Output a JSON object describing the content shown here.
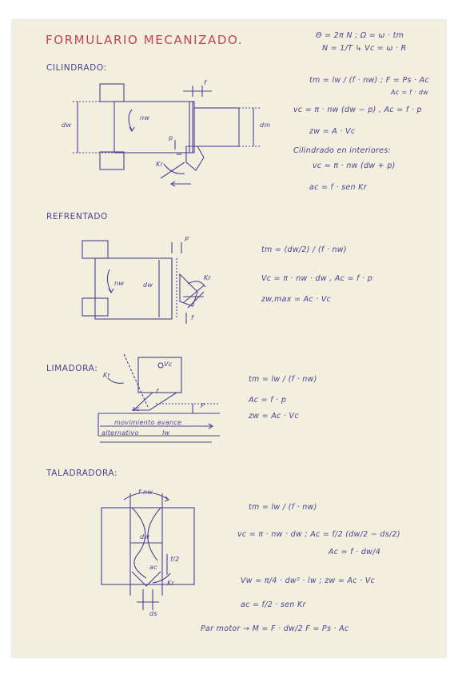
{
  "header": {
    "title": "FORMULARIO   MECANIZADO.",
    "top_formulas": [
      "Θ = 2π N ;  Ω = ω · tm",
      "N = 1/T          ↳ Vc = ω · R"
    ]
  },
  "sections": {
    "cilindrado": {
      "heading": "CILINDRADO:",
      "labels": {
        "dw": "dw",
        "dm": "dm",
        "nw": "nw",
        "f": "f",
        "p": "p",
        "kr": "Kr"
      },
      "formulas": [
        "tm = lw / (f · nw)   ;  F = Ps · Ac",
        "Ac = f · dw",
        "vc = π · nw (dw − p)  ,  Ac = f · p",
        "zw = A · Vc",
        "Cilindrado en interiores:",
        "vc = π · nw (dw + p)",
        "ac = f · sen Kr"
      ]
    },
    "refrentado": {
      "heading": "REFRENTADO",
      "labels": {
        "nw": "nw",
        "dw": "dw",
        "p": "P",
        "kr": "Kr",
        "f": "f"
      },
      "formulas": [
        "tm = (dw/2) / (f · nw)",
        "Vc = π · nw · dw  ,   Ac = f · p",
        "zw,max = Ac · Vc"
      ]
    },
    "limadora": {
      "heading": "LIMADORA:",
      "labels": {
        "vc": "Vc",
        "kr": "Kr",
        "p": "P",
        "ac": "ac",
        "f": "f",
        "lw": "lw",
        "mov1": "movimiento avance",
        "mov2": "alternativo"
      },
      "formulas": [
        "tm = lw / (f · nw)",
        "Ac = f · p",
        "zw = Ac · Vc"
      ]
    },
    "taladradora": {
      "heading": "TALADRADORA:",
      "labels": {
        "fnw": "f nw",
        "dw": "dw",
        "ds": "ds",
        "kr": "Kr",
        "f2": "f/2",
        "ac": "ac"
      },
      "formulas": [
        "tm = lw / (f · nw)",
        "vc = π · nw · dw  ;  Ac = f/2 (dw/2 − ds/2)",
        "Ac = f · dw/4",
        "Vw = π/4 · dw² · lw  ;  zw = Ac · Vc",
        "ac = f/2 · sen Kr",
        "Par motor → M = F · dw/2          F = Ps · Ac"
      ]
    }
  }
}
